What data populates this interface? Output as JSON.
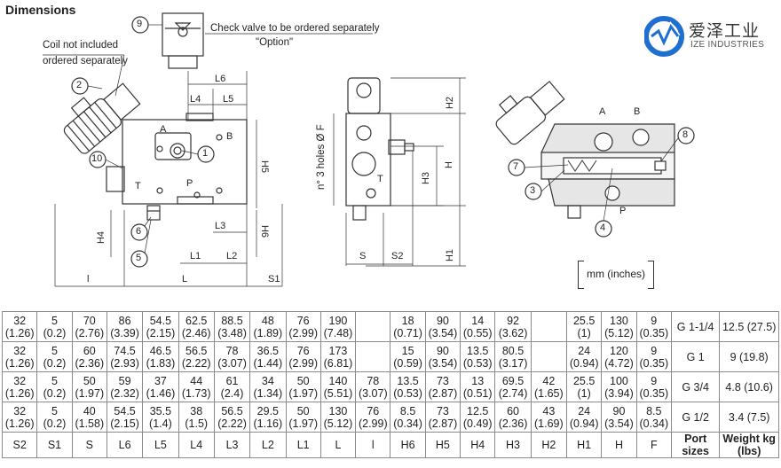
{
  "heading": "Dimensions",
  "logo": {
    "cn": "爱泽工业",
    "en": "IZE INDUSTRIES",
    "color": "#1f6fd1"
  },
  "notes": {
    "check_valve": "Check valve to be ordered separately",
    "option": "\"Option\"",
    "coil_line1": "Coil not included",
    "coil_line2": "ordered separately",
    "holes": "n° 3 holes Ø F",
    "units": "mm (inches)"
  },
  "callouts": [
    "1",
    "2",
    "3",
    "4",
    "5",
    "6",
    "7",
    "8",
    "9",
    "10"
  ],
  "ports": {
    "A": "A",
    "B": "B",
    "P": "P",
    "T": "T"
  },
  "dim_labels": [
    "L6",
    "L4",
    "L5",
    "L3",
    "L1",
    "L2",
    "L",
    "l",
    "S1",
    "H5",
    "H4",
    "H6",
    "H2",
    "H",
    "H3",
    "H1",
    "S",
    "S2"
  ],
  "table": {
    "columns": [
      "S2",
      "S1",
      "S",
      "L6",
      "L5",
      "L4",
      "L3",
      "L2",
      "L1",
      "L",
      "l",
      "H6",
      "H5",
      "H4",
      "H3",
      "H2",
      "H1",
      "H",
      "F",
      "Port sizes",
      "Weight kg (lbs)"
    ],
    "rows": [
      [
        "32 (1.26)",
        "5 (0.2)",
        "70 (2.76)",
        "86 (3.39)",
        "54.5 (2.15)",
        "62.5 (2.46)",
        "88.5 (3.48)",
        "48 (1.89)",
        "76 (2.99)",
        "190 (7.48)",
        "",
        "18 (0.71)",
        "90 (3.54)",
        "14 (0.55)",
        "92 (3.62)",
        "",
        "25.5 (1)",
        "130 (5.12)",
        "9 (0.35)",
        "G 1-1/4",
        "12.5 (27.5)"
      ],
      [
        "32 (1.26)",
        "5 (0.2)",
        "60 (2.36)",
        "74.5 (2.93)",
        "46.5 (1.83)",
        "56.5 (2.22)",
        "78 (3.07)",
        "36.5 (1.44)",
        "76 (2.99)",
        "173 (6.81)",
        "",
        "15 (0.59)",
        "90 (3.54)",
        "13.5 (0.53)",
        "80.5 (3.17)",
        "",
        "24 (0.94)",
        "120 (4.72)",
        "9 (0.35)",
        "G 1",
        "9 (19.8)"
      ],
      [
        "32 (1.26)",
        "5 (0.2)",
        "50 (1.97)",
        "59 (2.32)",
        "37 (1.46)",
        "44 (1.73)",
        "61 (2.4)",
        "34 (1.34)",
        "50 (1.97)",
        "140 (5.51)",
        "78 (3.07)",
        "13.5 (0.53)",
        "73 (2.87)",
        "13 (0.51)",
        "69.5 (2.74)",
        "42 (1.65)",
        "25.5 (1)",
        "100 (3.94)",
        "9 (0.35)",
        "G 3/4",
        "4.8 (10.6)"
      ],
      [
        "32 (1.26)",
        "5 (0.2)",
        "40 (1.58)",
        "54.5 (2.15)",
        "35.5 (1.4)",
        "38 (1.5)",
        "56.5 (2.22)",
        "29.5 (1.16)",
        "50 (1.97)",
        "130 (5.12)",
        "76 (2.99)",
        "8.5 (0.34)",
        "73 (2.87)",
        "12.5 (0.49)",
        "60 (2.36)",
        "43 (1.69)",
        "24 (0.94)",
        "90 (3.54)",
        "8.5 (0.34)",
        "G 1/2",
        "3.4 (7.5)"
      ]
    ]
  }
}
